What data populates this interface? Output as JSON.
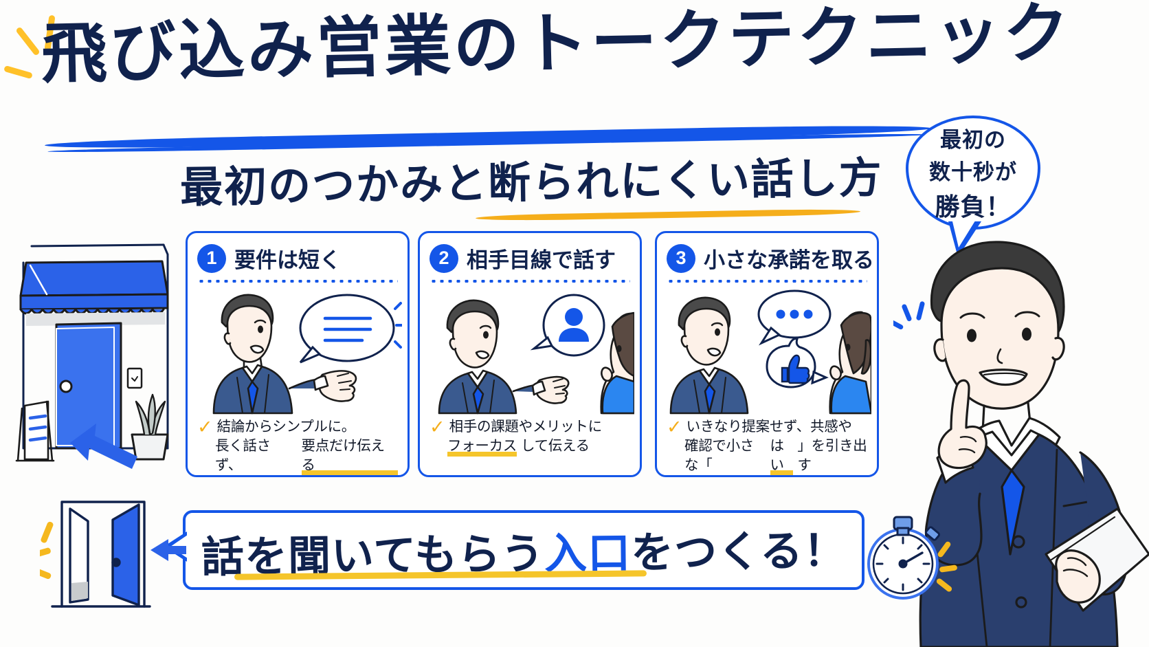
{
  "header": {
    "main_title": "飛び込み営業のトークテクニック",
    "subtitle": "最初のつかみと断られにくい話し方",
    "title_underline_color": "#1456e8",
    "subtitle_underline_color": "#f5ae1b",
    "sparkle_color": "#ffc129"
  },
  "hint_bubble": {
    "name": "最初の数十秒が勝負！",
    "line1": "最初の",
    "line2": "数十秒が",
    "line3": "勝負！",
    "border_color": "#1456e8",
    "highlight_color": "#f5c52b"
  },
  "cards": [
    {
      "number": "1",
      "title": "要件は短く",
      "check": "✓",
      "footer_line1": "結論からシンプルに。",
      "footer_line2_plain": "長く話さず、",
      "footer_line2_underlined": "要点だけ伝える",
      "art": "man-speaking-bubble-lines",
      "bubble_type": "text-lines"
    },
    {
      "number": "2",
      "title": "相手目線で話す",
      "check": "✓",
      "footer_line1": "相手の課題やメリットに",
      "footer_line2_underlined": "フォーカス",
      "footer_line2_plain": "して伝える",
      "art": "man-speaking-to-woman-person-icon",
      "bubble_type": "person-icon"
    },
    {
      "number": "3",
      "title": "小さな承諾を取る",
      "check": "✓",
      "footer_line1": "いきなり提案せず、共感や",
      "footer_line2_prefix": "確認で小さな「",
      "footer_line2_underlined": "はい",
      "footer_line2_suffix": "」を引き出す",
      "art": "man-woman-thumbs-up",
      "bubble_type": "dots-and-thumbsup"
    }
  ],
  "banner": {
    "prefix": "話を聞いてもらう",
    "highlight": "入口",
    "suffix": "をつくる！",
    "border_color": "#1456e8",
    "highlight_color": "#1456e8",
    "underline_color": "#f5c52b"
  },
  "illustrations": {
    "shop": "storefront-with-blue-awning",
    "door": "open-door",
    "arrow_up": "blue-arrow-pointing-up-left",
    "arrow_left": "blue-arrow-pointing-left",
    "person": "smiling-businessman-pointing-up-holding-notebook",
    "stopwatch": "stopwatch",
    "sparkles": "yellow-sparkle-lines"
  },
  "palette": {
    "navy": "#10224d",
    "blue": "#1456e8",
    "yellow": "#f5c52b",
    "amber": "#f5ae1b",
    "suit_navy": "#2f4a7a",
    "background": "#fdfdfc"
  }
}
